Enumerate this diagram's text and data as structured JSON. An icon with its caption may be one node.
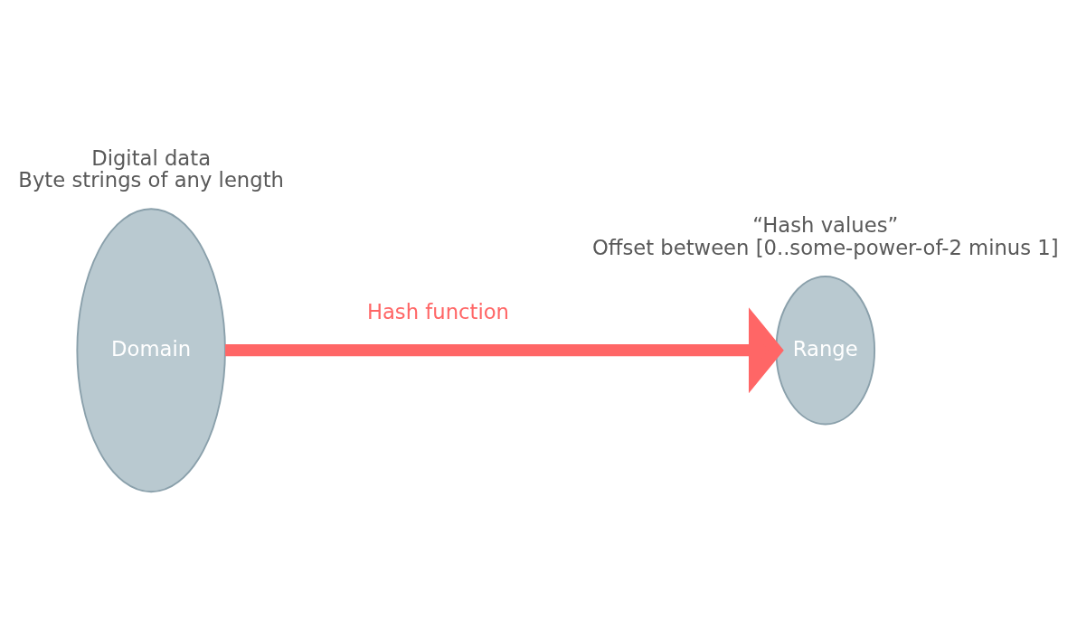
{
  "diagram": {
    "nodes": [
      {
        "text": [
          "Domain"
        ],
        "beside": [
          "Digital data",
          "Byte strings of any length"
        ]
      },
      {
        "text": [
          "Range"
        ],
        "beside": [
          "“Hash values”",
          "Offset between [0..some-power-of-2 minus 1]"
        ]
      }
    ],
    "edges": [
      {
        "from": 0,
        "to": 1,
        "arrow": "to",
        "label": "Hash function",
        "color": "#ff6666"
      }
    ]
  }
}
